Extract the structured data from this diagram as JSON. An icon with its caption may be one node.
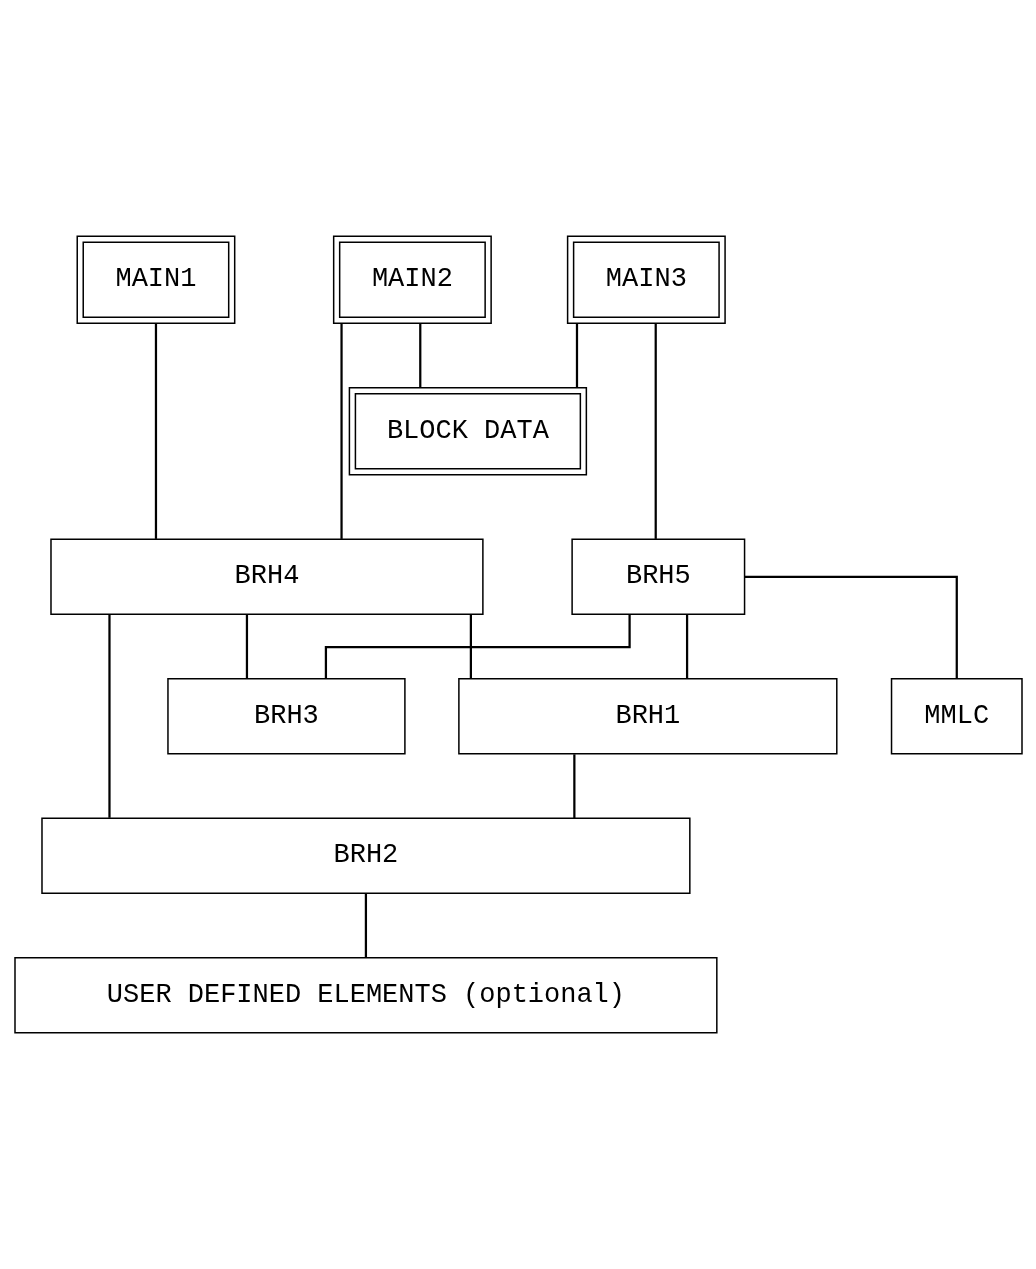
{
  "diagram": {
    "nodes": [
      {
        "text": [
          "MAIN1"
        ]
      },
      {
        "text": [
          "MAIN2"
        ]
      },
      {
        "text": [
          "MAIN3"
        ]
      },
      {
        "text": [
          "BLOCK DATA"
        ]
      },
      {
        "text": [
          "BRH4"
        ]
      },
      {
        "text": [
          "BRH5"
        ]
      },
      {
        "text": [
          "BRH3"
        ]
      },
      {
        "text": [
          "MMLC"
        ]
      },
      {
        "text": [
          "BRH1"
        ]
      },
      {
        "text": [
          "BRH2"
        ]
      },
      {
        "text": [
          "USER DEFINED ELEMENTS (optional)"
        ]
      }
    ],
    "edges": [
      {
        "from": 0,
        "to": 4,
        "arrow": "none"
      },
      {
        "from": 1,
        "to": 4,
        "arrow": "none"
      },
      {
        "from": 1,
        "to": 3,
        "arrow": "none"
      },
      {
        "from": 2,
        "to": 3,
        "arrow": "none"
      },
      {
        "from": 2,
        "to": 5,
        "arrow": "none"
      },
      {
        "from": 4,
        "to": 9,
        "arrow": "none"
      },
      {
        "from": 4,
        "to": 8,
        "arrow": "none"
      },
      {
        "from": 4,
        "to": 6,
        "arrow": "none"
      },
      {
        "from": 5,
        "to": 6,
        "arrow": "none"
      },
      {
        "from": 5,
        "to": 8,
        "arrow": "none"
      },
      {
        "from": 5,
        "to": 7,
        "arrow": "none"
      },
      {
        "from": 8,
        "to": 9,
        "arrow": "none"
      },
      {
        "from": 9,
        "to": 10,
        "arrow": "none"
      }
    ]
  }
}
